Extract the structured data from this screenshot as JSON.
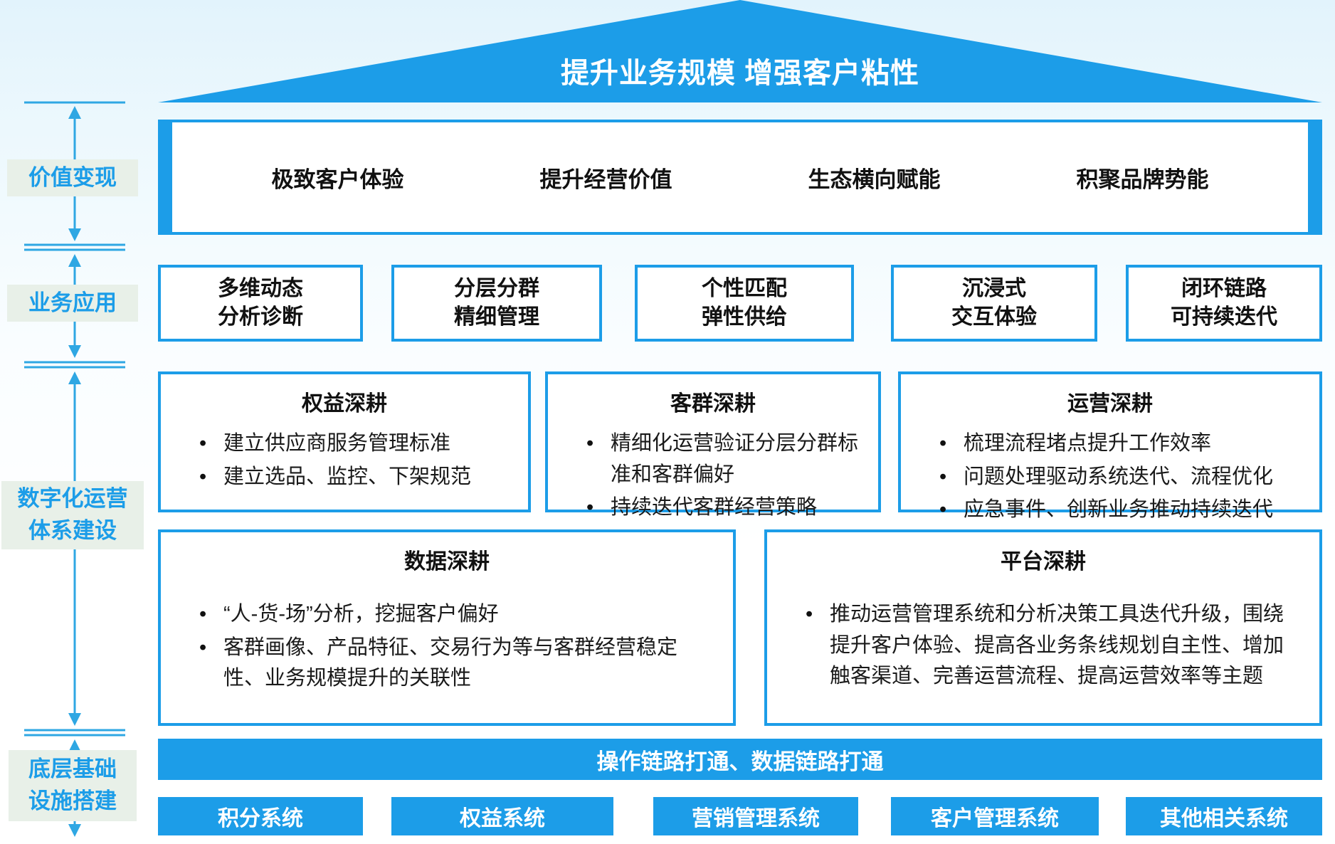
{
  "colors": {
    "primary": "#1c9de8",
    "arrow": "#2fa7e3",
    "label_bg": "#e8f0e8"
  },
  "roof": {
    "title": "提升业务规模 增强客户粘性"
  },
  "left_rail": {
    "labels": [
      {
        "text": "价值变现"
      },
      {
        "text": "业务应用"
      },
      {
        "text": "数字化运营\n体系建设"
      },
      {
        "text": "底层基础\n设施搭建"
      }
    ]
  },
  "value_row": {
    "items": [
      "极致客户体验",
      "提升经营价值",
      "生态横向赋能",
      "积聚品牌势能"
    ]
  },
  "application_row": {
    "items": [
      "多维动态\n分析诊断",
      "分层分群\n精细管理",
      "个性匹配\n弹性供给",
      "沉浸式\n交互体验",
      "闭环链路\n可持续迭代"
    ]
  },
  "cultivation_top": [
    {
      "title": "权益深耕",
      "bullets": [
        "建立供应商服务管理标准",
        "建立选品、监控、下架规范"
      ]
    },
    {
      "title": "客群深耕",
      "bullets": [
        "精细化运营验证分层分群标准和客群偏好",
        "持续迭代客群经营策略"
      ]
    },
    {
      "title": "运营深耕",
      "bullets": [
        "梳理流程堵点提升工作效率",
        "问题处理驱动系统迭代、流程优化",
        "应急事件、创新业务推动持续迭代"
      ]
    }
  ],
  "cultivation_bottom": [
    {
      "title": "数据深耕",
      "bullets": [
        "“人-货-场”分析，挖掘客户偏好",
        "客群画像、产品特征、交易行为等与客群经营稳定性、业务规模提升的关联性"
      ]
    },
    {
      "title": "平台深耕",
      "bullets": [
        "推动运营管理系统和分析决策工具迭代升级，围绕提升客户体验、提高各业务条线规划自主性、增加触客渠道、完善运营流程、提高运营效率等主题"
      ]
    }
  ],
  "infrastructure": {
    "bar_label": "操作链路打通、数据链路打通",
    "systems": [
      "积分系统",
      "权益系统",
      "营销管理系统",
      "客户管理系统",
      "其他相关系统"
    ]
  }
}
